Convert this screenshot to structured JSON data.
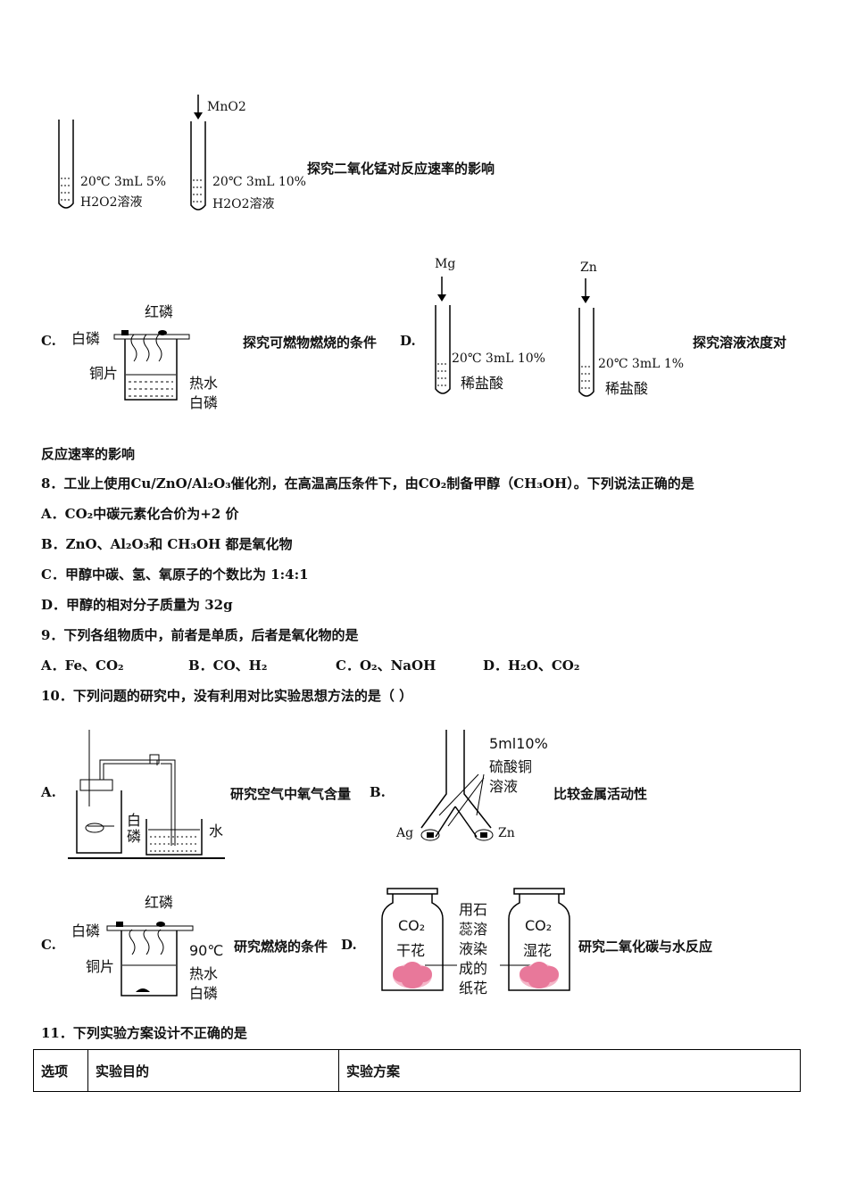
{
  "top": {
    "reagent": "MnO2",
    "tube1_label1": "20℃ 3mL 5%",
    "tube1_label2": "H2O2溶液",
    "tube2_label1": "20℃ 3mL 10%",
    "tube2_label2": "H2O2溶液",
    "caption": "探究二氧化锰对反应速率的影响"
  },
  "row_cd": {
    "c_letter": "C.",
    "red_p": "红磷",
    "white_p": "白磷",
    "copper": "铜片",
    "hot_water": "热水",
    "white_p2": "白磷",
    "c_caption": "探究可燃物燃烧的条件",
    "d_letter": "D.",
    "mg": "Mg",
    "mg_label1": "20℃ 3mL 10%",
    "mg_label2": "稀盐酸",
    "zn": "Zn",
    "zn_label1": "20℃ 3mL 1%",
    "zn_label2": "稀盐酸",
    "d_caption": "探究溶液浓度对",
    "d_caption2": "反应速率的影响"
  },
  "q8": {
    "stem": "8．工业上使用Cu/ZnO/Al₂O₃催化剂，在高温高压条件下，由CO₂制备甲醇（CH₃OH）。下列说法正确的是",
    "a": "A．CO₂中碳元素化合价为+2 价",
    "b": "B．ZnO、Al₂O₃和 CH₃OH 都是氧化物",
    "c": "C．甲醇中碳、氢、氧原子的个数比为 1:4:1",
    "d": "D．甲醇的相对分子质量为 32g"
  },
  "q9": {
    "stem": "9．下列各组物质中，前者是单质，后者是氧化物的是",
    "a": "A．Fe、CO₂",
    "b": "B．CO、H₂",
    "c": "C．O₂、NaOH",
    "d": "D．H₂O、CO₂"
  },
  "q10": {
    "stem": "10．下列问题的研究中，没有利用对比实验思想方法的是（    ）",
    "a_letter": "A.",
    "a_white_p": "白",
    "a_white_p2": "磷",
    "a_water": "水",
    "a_caption": "研究空气中氧气含量",
    "b_letter": "B.",
    "b_sol1": "5ml10%",
    "b_sol2": "硫酸铜",
    "b_sol3": "溶液",
    "b_ag": "Ag",
    "b_zn": "Zn",
    "b_caption": "比较金属活动性",
    "c_letter": "C.",
    "c_red_p": "红磷",
    "c_white_p": "白磷",
    "c_copper": "铜片",
    "c_temp": "90℃",
    "c_hot_water": "热水",
    "c_white_p2": "白磷",
    "c_caption": "研究燃烧的条件",
    "d_letter": "D.",
    "d_co2_1": "CO₂",
    "d_dry": "干花",
    "d_mid1": "用石",
    "d_mid2": "蕊溶",
    "d_mid3": "液染",
    "d_mid4": "成的",
    "d_mid5": "纸花",
    "d_co2_2": "CO₂",
    "d_wet": "湿花",
    "d_caption": "研究二氧化碳与水反应"
  },
  "q11": {
    "stem": "11．下列实验方案设计不正确的是",
    "headers": [
      "选项",
      "实验目的",
      "实验方案"
    ]
  },
  "colors": {
    "flower": "#e8789a",
    "flower_light": "#f4b6c8"
  }
}
